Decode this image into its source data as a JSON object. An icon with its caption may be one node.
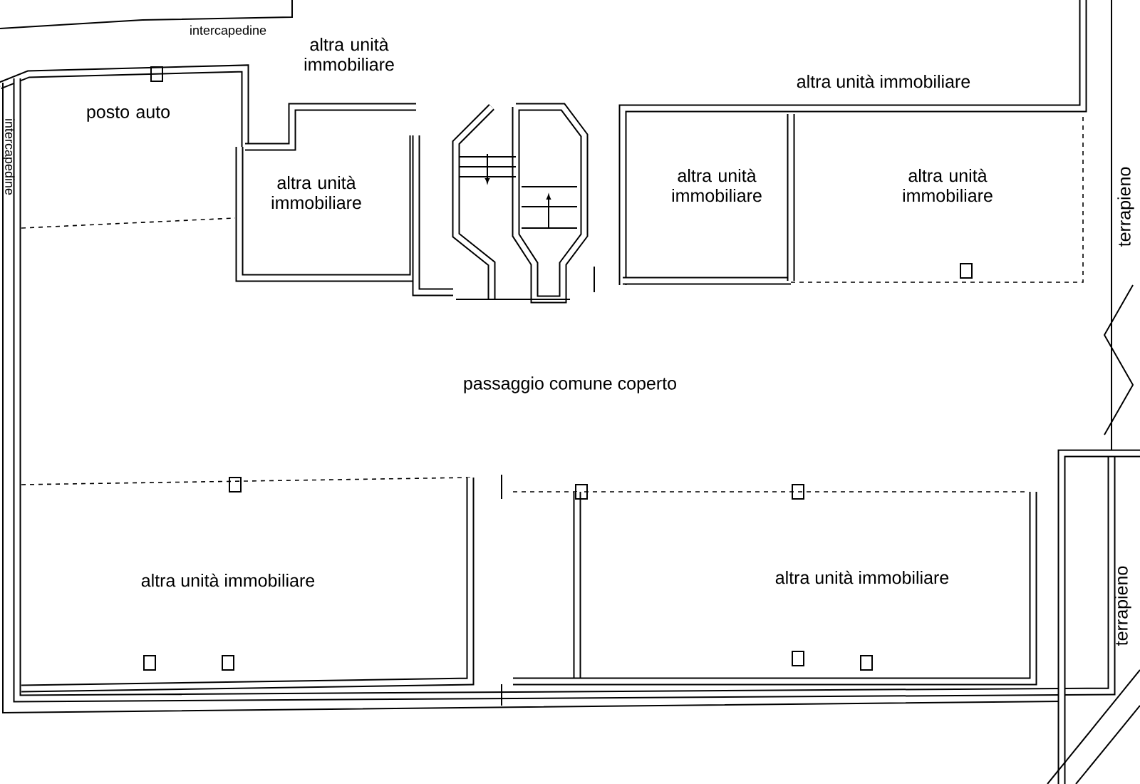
{
  "diagram": {
    "labels": [
      "intercapedine",
      "altra unità immobiliare",
      "altra unità immobiliare",
      "posto auto",
      "terrapieno",
      "intercapedine",
      "altra unità immobiliare",
      "altra unità immobiliare",
      "altra unità immobiliare",
      "passaggio comune coperto",
      "altra unità immobiliare",
      "terrapieno",
      "altra unità immobiliare"
    ]
  }
}
